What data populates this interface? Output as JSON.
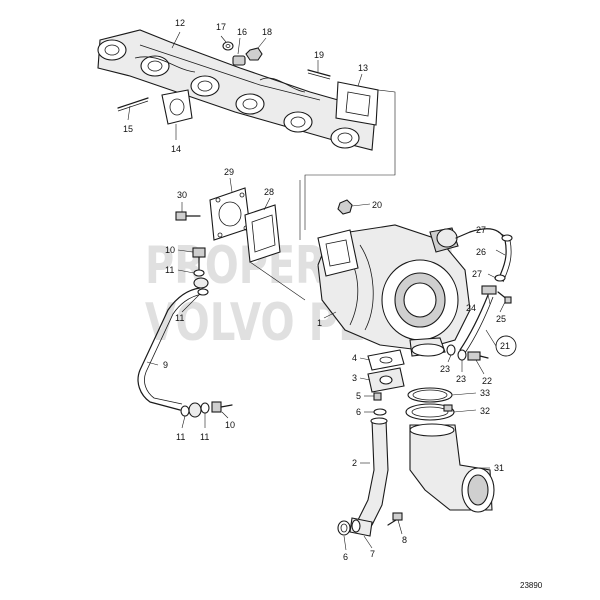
{
  "diagram": {
    "drawing_number": "23890",
    "watermark": [
      "PROPERTY OF",
      "VOLVO PENTA"
    ],
    "callouts": [
      {
        "id": "c12",
        "label": "12"
      },
      {
        "id": "c17",
        "label": "17"
      },
      {
        "id": "c16",
        "label": "16"
      },
      {
        "id": "c18",
        "label": "18"
      },
      {
        "id": "c19",
        "label": "19"
      },
      {
        "id": "c13",
        "label": "13"
      },
      {
        "id": "c15",
        "label": "15"
      },
      {
        "id": "c14",
        "label": "14"
      },
      {
        "id": "c30",
        "label": "30"
      },
      {
        "id": "c29",
        "label": "29"
      },
      {
        "id": "c28",
        "label": "28"
      },
      {
        "id": "c20",
        "label": "20"
      },
      {
        "id": "c27a",
        "label": "27"
      },
      {
        "id": "c26",
        "label": "26"
      },
      {
        "id": "c27b",
        "label": "27"
      },
      {
        "id": "c24",
        "label": "24"
      },
      {
        "id": "c25",
        "label": "25"
      },
      {
        "id": "c21",
        "label": "21"
      },
      {
        "id": "c10a",
        "label": "10"
      },
      {
        "id": "c11a",
        "label": "11"
      },
      {
        "id": "c11b",
        "label": "11"
      },
      {
        "id": "c1",
        "label": "1"
      },
      {
        "id": "c9",
        "label": "9"
      },
      {
        "id": "c4",
        "label": "4"
      },
      {
        "id": "c3",
        "label": "3"
      },
      {
        "id": "c5",
        "label": "5"
      },
      {
        "id": "c6a",
        "label": "6"
      },
      {
        "id": "c23a",
        "label": "23"
      },
      {
        "id": "c23b",
        "label": "23"
      },
      {
        "id": "c22",
        "label": "22"
      },
      {
        "id": "c33",
        "label": "33"
      },
      {
        "id": "c32",
        "label": "32"
      },
      {
        "id": "c11c",
        "label": "11"
      },
      {
        "id": "c11d",
        "label": "11"
      },
      {
        "id": "c10b",
        "label": "10"
      },
      {
        "id": "c2",
        "label": "2"
      },
      {
        "id": "c31",
        "label": "31"
      },
      {
        "id": "c6b",
        "label": "6"
      },
      {
        "id": "c7",
        "label": "7"
      },
      {
        "id": "c8",
        "label": "8"
      }
    ]
  }
}
